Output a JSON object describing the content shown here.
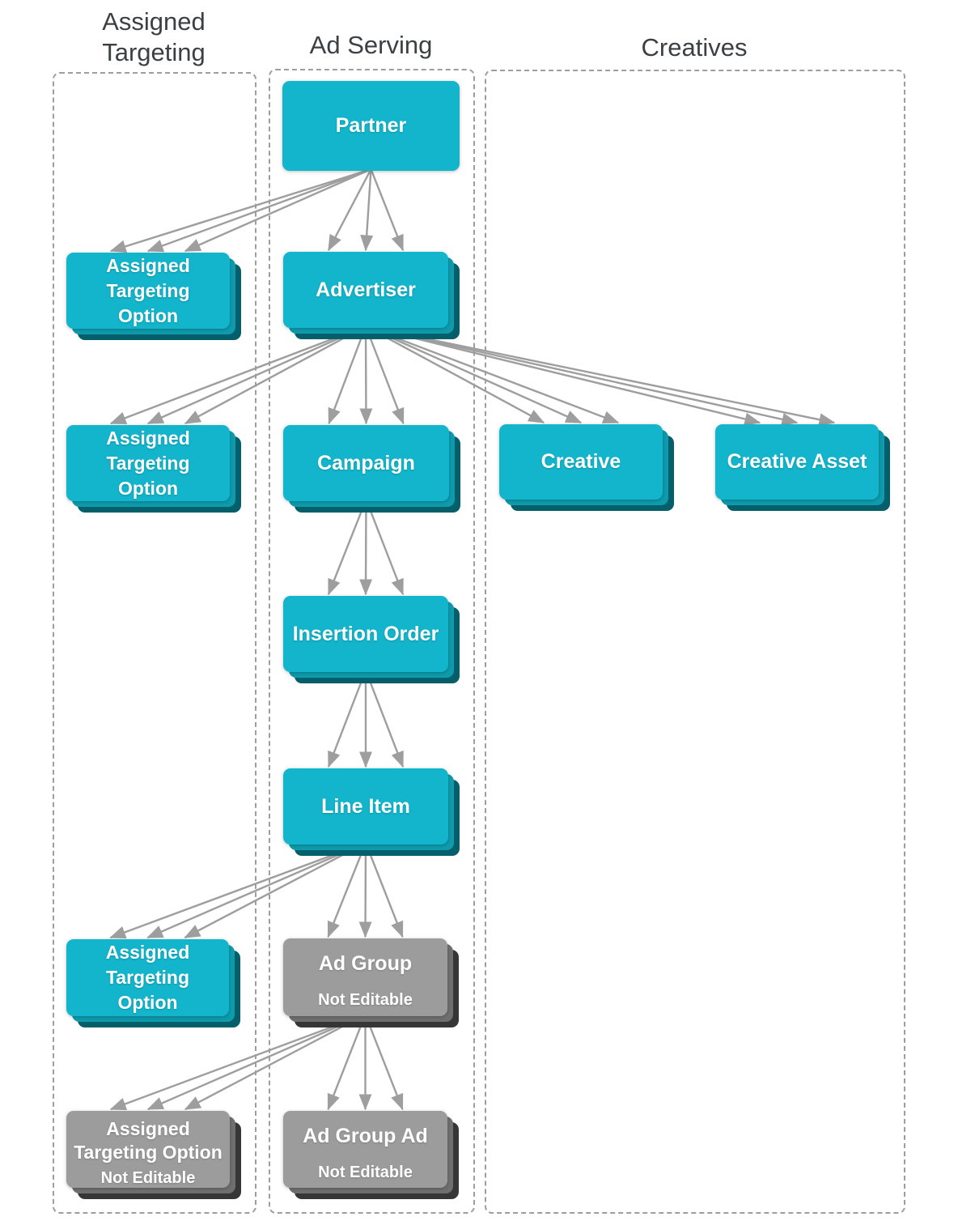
{
  "headers": {
    "assigned_targeting": "Assigned Targeting",
    "ad_serving": "Ad Serving",
    "creatives": "Creatives"
  },
  "nodes": [
    {
      "id": "partner",
      "label": "Partner",
      "variant": "cyan-flat"
    },
    {
      "id": "ato1",
      "label": "Assigned\nTargeting\nOption",
      "variant": "cyan-stack"
    },
    {
      "id": "advertiser",
      "label": "Advertiser",
      "variant": "cyan-stack"
    },
    {
      "id": "ato2",
      "label": "Assigned\nTargeting\nOption",
      "variant": "cyan-stack"
    },
    {
      "id": "campaign",
      "label": "Campaign",
      "variant": "cyan-stack"
    },
    {
      "id": "creative",
      "label": "Creative",
      "variant": "cyan-stack"
    },
    {
      "id": "creative_asset",
      "label": "Creative Asset",
      "variant": "cyan-stack"
    },
    {
      "id": "insertion_order",
      "label": "Insertion Order",
      "variant": "cyan-stack"
    },
    {
      "id": "line_item",
      "label": "Line Item",
      "variant": "cyan-stack"
    },
    {
      "id": "ato3",
      "label": "Assigned\nTargeting\nOption",
      "variant": "cyan-stack"
    },
    {
      "id": "ad_group",
      "label": "Ad Group",
      "sublabel": "Not Editable",
      "variant": "gray-stack"
    },
    {
      "id": "ato_not_editable",
      "label": "Assigned\nTargeting Option",
      "sublabel": "Not Editable",
      "variant": "gray-stack"
    },
    {
      "id": "ad_group_ad",
      "label": "Ad Group Ad",
      "sublabel": "Not Editable",
      "variant": "gray-stack"
    }
  ],
  "edges": [
    {
      "from": "partner",
      "to": "ato1"
    },
    {
      "from": "partner",
      "to": "advertiser"
    },
    {
      "from": "advertiser",
      "to": "ato2"
    },
    {
      "from": "advertiser",
      "to": "campaign"
    },
    {
      "from": "advertiser",
      "to": "creative"
    },
    {
      "from": "advertiser",
      "to": "creative_asset"
    },
    {
      "from": "campaign",
      "to": "insertion_order"
    },
    {
      "from": "insertion_order",
      "to": "line_item"
    },
    {
      "from": "line_item",
      "to": "ato3"
    },
    {
      "from": "line_item",
      "to": "ad_group"
    },
    {
      "from": "ad_group",
      "to": "ato_not_editable"
    },
    {
      "from": "ad_group",
      "to": "ad_group_ad"
    }
  ],
  "colors": {
    "cyan_face": "#12b5cb",
    "cyan_mid": "#0e9bad",
    "cyan_back": "#045f6a",
    "gray_face": "#9c9c9c",
    "gray_mid": "#6f6f6f",
    "gray_back": "#363636",
    "arrow": "#9e9e9e",
    "border": "#9e9e9e",
    "header_text": "#3d4043"
  }
}
